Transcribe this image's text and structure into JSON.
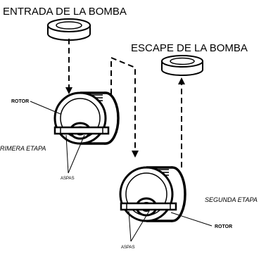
{
  "diagram": {
    "labels": {
      "pump_inlet": "ENTRADA DE LA BOMBA",
      "pump_outlet": "ESCAPE DE LA BOMBA",
      "rotor_first": "ROTOR",
      "first_stage": "RIMERA ETAPA",
      "vanes_first": "ASPAS",
      "second_stage": "SEGUNDA ETAPA",
      "rotor_second": "ROTOR",
      "vanes_second": "ASPAS"
    },
    "colors": {
      "ink": "#000000",
      "background": "#ffffff",
      "wheel_face": "#ffffff"
    },
    "flow_arrows": "dashed",
    "stages": 2
  }
}
